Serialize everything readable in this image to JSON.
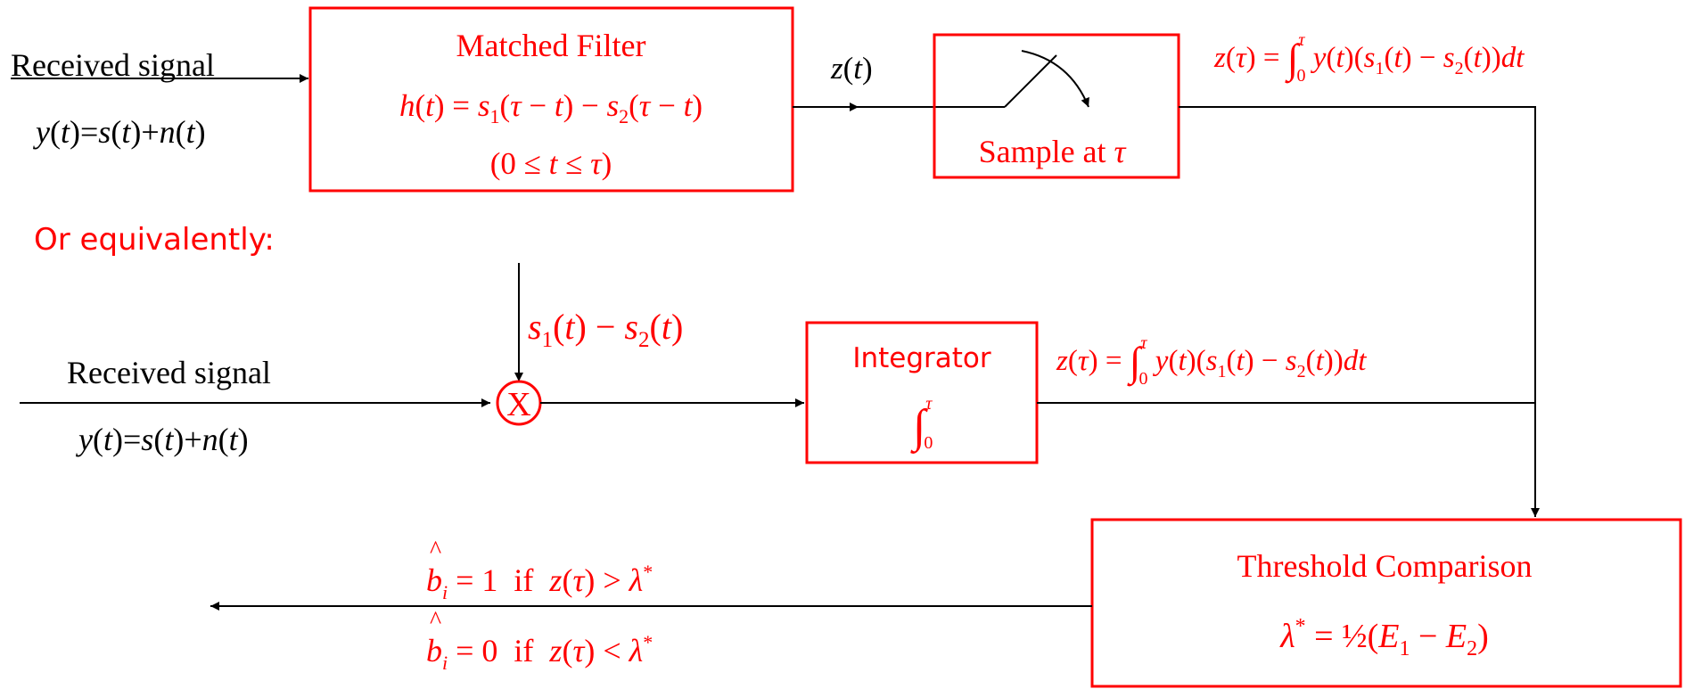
{
  "top_path": {
    "input_label": "Received signal",
    "input_expr": [
      "y",
      "(",
      "t",
      ")=",
      "s",
      "(",
      "t",
      ")+",
      "n",
      "(",
      "t",
      ")"
    ],
    "matched_filter": {
      "title": "Matched Filter",
      "h_expr": [
        "h",
        "(",
        "t",
        ") = ",
        "s",
        "1",
        "(",
        "τ",
        " − ",
        "t",
        ") − ",
        "s",
        "2",
        "(",
        "τ",
        " − ",
        "t",
        ")"
      ],
      "range_expr": [
        "(0 ≤ ",
        "t",
        " ≤ ",
        "τ",
        ")"
      ]
    },
    "z_label": [
      "z",
      "(",
      "t",
      ")"
    ],
    "sampler_label": [
      "Sample at ",
      "τ"
    ],
    "z_tau_expr": [
      "z",
      "(",
      "τ",
      ") = ",
      "∫",
      "τ",
      "0",
      " y",
      "(",
      "t",
      ")(",
      "s",
      "1",
      "(",
      "t",
      ") − ",
      "s",
      "2",
      "(",
      "t",
      "))",
      "dt"
    ]
  },
  "or_equivalently": "Or equivalently:",
  "bottom_path": {
    "input_label": "Received signal",
    "input_expr": [
      "y",
      "(",
      "t",
      ")=",
      "s",
      "(",
      "t",
      ")+",
      "n",
      "(",
      "t",
      ")"
    ],
    "multiplier_symbol": "X",
    "reference_expr": [
      "s",
      "1",
      "(",
      "t",
      ") − ",
      "s",
      "2",
      "(",
      "t",
      ")"
    ],
    "integrator": {
      "title": "Integrator",
      "integral": [
        "∫",
        "τ",
        "0"
      ]
    },
    "z_tau_expr": [
      "z",
      "(",
      "τ",
      ") = ",
      "∫",
      "τ",
      "0",
      " y",
      "(",
      "t",
      ")(",
      "s",
      "1",
      "(",
      "t",
      ") − ",
      "s",
      "2",
      "(",
      "t",
      "))",
      "dt"
    ]
  },
  "threshold": {
    "title": "Threshold Comparison",
    "lambda_expr": [
      "λ",
      "*",
      " = ",
      "½",
      "(",
      "E",
      "1",
      " − ",
      "E",
      "2",
      ")"
    ]
  },
  "decisions": {
    "one": [
      "b",
      "i",
      " = 1  if  ",
      "z",
      "(",
      "τ",
      ") > ",
      "λ",
      "*"
    ],
    "zero": [
      "b",
      "i",
      " = 0  if  ",
      "z",
      "(",
      "τ",
      ") < ",
      "λ",
      "*"
    ]
  }
}
